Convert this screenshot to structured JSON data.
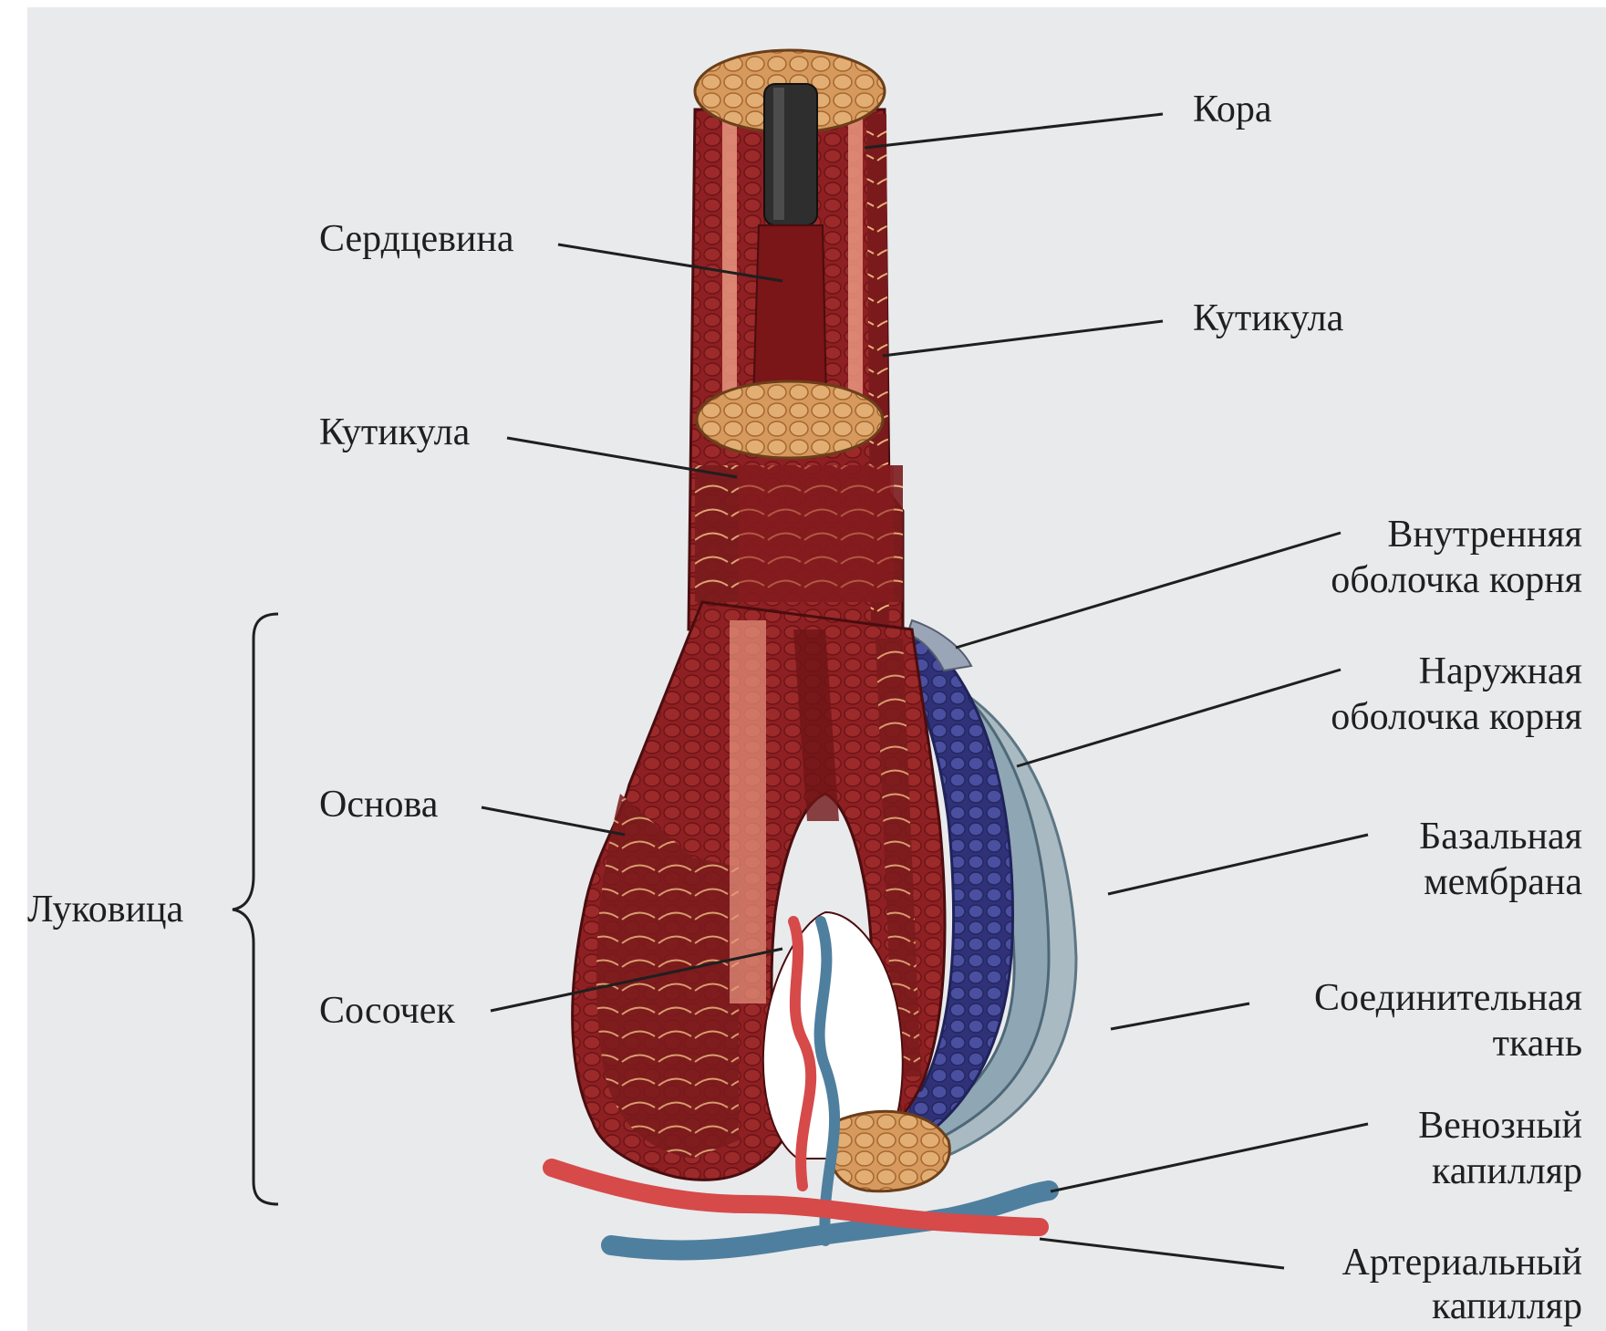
{
  "labels": {
    "kora": "Кора",
    "serdtsevina": "Сердцевина",
    "kutikula_right": "Кутикула",
    "kutikula_left": "Кутикула",
    "inner_sheath_l1": "Внутренняя",
    "inner_sheath_l2": "оболочка корня",
    "outer_sheath_l1": "Наружная",
    "outer_sheath_l2": "оболочка корня",
    "osnova": "Основа",
    "lukovitsa": "Луковица",
    "basal_l1": "Базальная",
    "basal_l2": "мембрана",
    "sosochek": "Сосочек",
    "connective_l1": "Соединительная",
    "connective_l2": "ткань",
    "venous_l1": "Венозный",
    "venous_l2": "капилляр",
    "arterial_l1": "Артериальный",
    "arterial_l2": "капилляр"
  },
  "colors": {
    "hair_shaft": "#8e1f22",
    "hair_dark": "#5a0f12",
    "cortex_light": "#e8957f",
    "medulla_dark": "#2e2e2e",
    "cross_section": "#d69a5e",
    "outer_sheath": "#3b3f8a",
    "basal_membrane": "#7e97a6",
    "artery": "#d64a4a",
    "vein": "#4f7f9f",
    "background": "#e9eaec"
  }
}
